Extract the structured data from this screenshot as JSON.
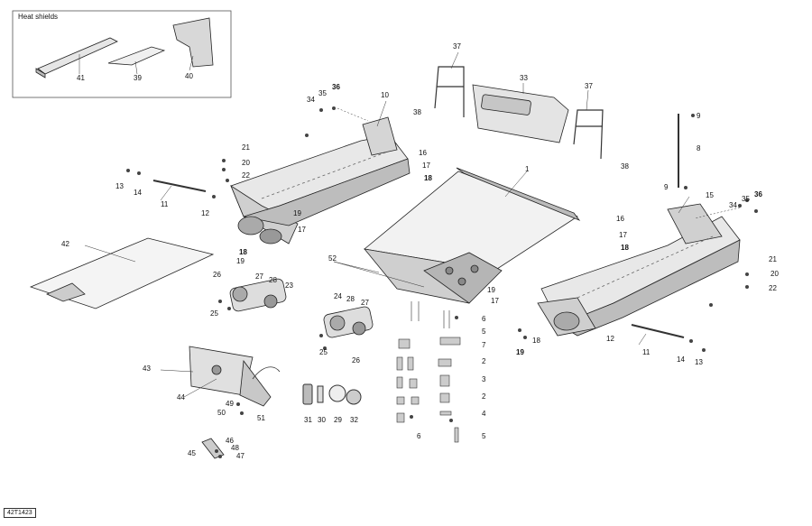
{
  "inset": {
    "title": "Heat shields"
  },
  "figure_code": "42T1423",
  "callouts": {
    "c1": "1",
    "c2a": "2",
    "c2b": "2",
    "c3": "3",
    "c4": "4",
    "c5a": "5",
    "c5b": "5",
    "c6a": "6",
    "c6b": "6",
    "c7": "7",
    "c8": "8",
    "c9a": "9",
    "c9b": "9",
    "c10": "10",
    "c11a": "11",
    "c11b": "11",
    "c12a": "12",
    "c12b": "12",
    "c13a": "13",
    "c13b": "13",
    "c14a": "14",
    "c14b": "14",
    "c15": "15",
    "c16a": "16",
    "c16b": "16",
    "c17a": "17",
    "c17b": "17",
    "c17c": "17",
    "c17d": "17",
    "c18a": "18",
    "c18b": "18",
    "c18c": "18",
    "c18d": "18",
    "c19a": "19",
    "c19b": "19",
    "c19c": "19",
    "c19d": "19",
    "c20a": "20",
    "c20b": "20",
    "c21a": "21",
    "c21b": "21",
    "c22a": "22",
    "c22b": "22",
    "c23": "23",
    "c24": "24",
    "c25a": "25",
    "c25b": "25",
    "c26a": "26",
    "c26b": "26",
    "c27a": "27",
    "c27b": "27",
    "c28a": "28",
    "c28b": "28",
    "c29": "29",
    "c30": "30",
    "c31": "31",
    "c32": "32",
    "c33": "33",
    "c34a": "34",
    "c34b": "34",
    "c35a": "35",
    "c35b": "35",
    "c36a": "36",
    "c36b": "36",
    "c37a": "37",
    "c37b": "37",
    "c38a": "38",
    "c38b": "38",
    "c39": "39",
    "c40": "40",
    "c41": "41",
    "c42": "42",
    "c43": "43",
    "c44": "44",
    "c45": "45",
    "c46": "46",
    "c47": "47",
    "c48": "48",
    "c49": "49",
    "c50": "50",
    "c51": "51",
    "c52": "52"
  }
}
